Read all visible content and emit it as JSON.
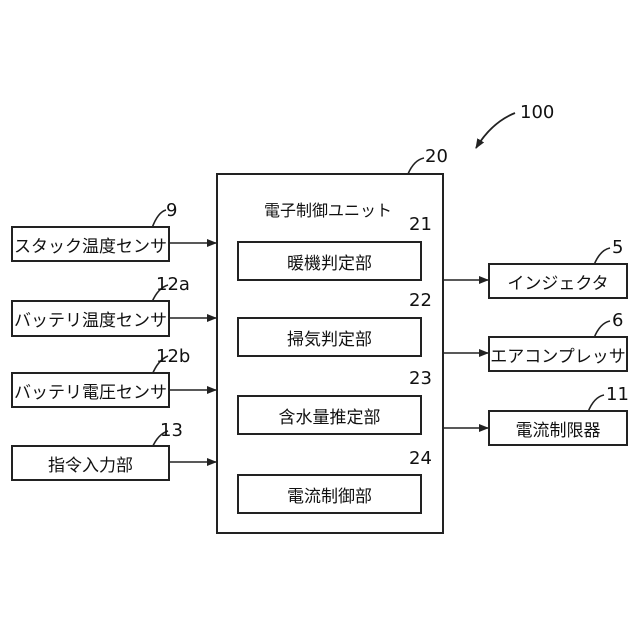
{
  "diagram": {
    "system_ref": "100",
    "ecu": {
      "ref": "20",
      "title": "電子制御ユニット"
    },
    "modules": [
      {
        "ref": "21",
        "label": "暖機判定部"
      },
      {
        "ref": "22",
        "label": "掃気判定部"
      },
      {
        "ref": "23",
        "label": "含水量推定部"
      },
      {
        "ref": "24",
        "label": "電流制御部"
      }
    ],
    "inputs": [
      {
        "ref": "9",
        "label": "スタック温度センサ"
      },
      {
        "ref": "12a",
        "label": "バッテリ温度センサ"
      },
      {
        "ref": "12b",
        "label": "バッテリ電圧センサ"
      },
      {
        "ref": "13",
        "label": "指令入力部"
      }
    ],
    "outputs": [
      {
        "ref": "5",
        "label": "インジェクタ"
      },
      {
        "ref": "6",
        "label": "エアコンプレッサ"
      },
      {
        "ref": "11",
        "label": "電流制限器"
      }
    ]
  }
}
